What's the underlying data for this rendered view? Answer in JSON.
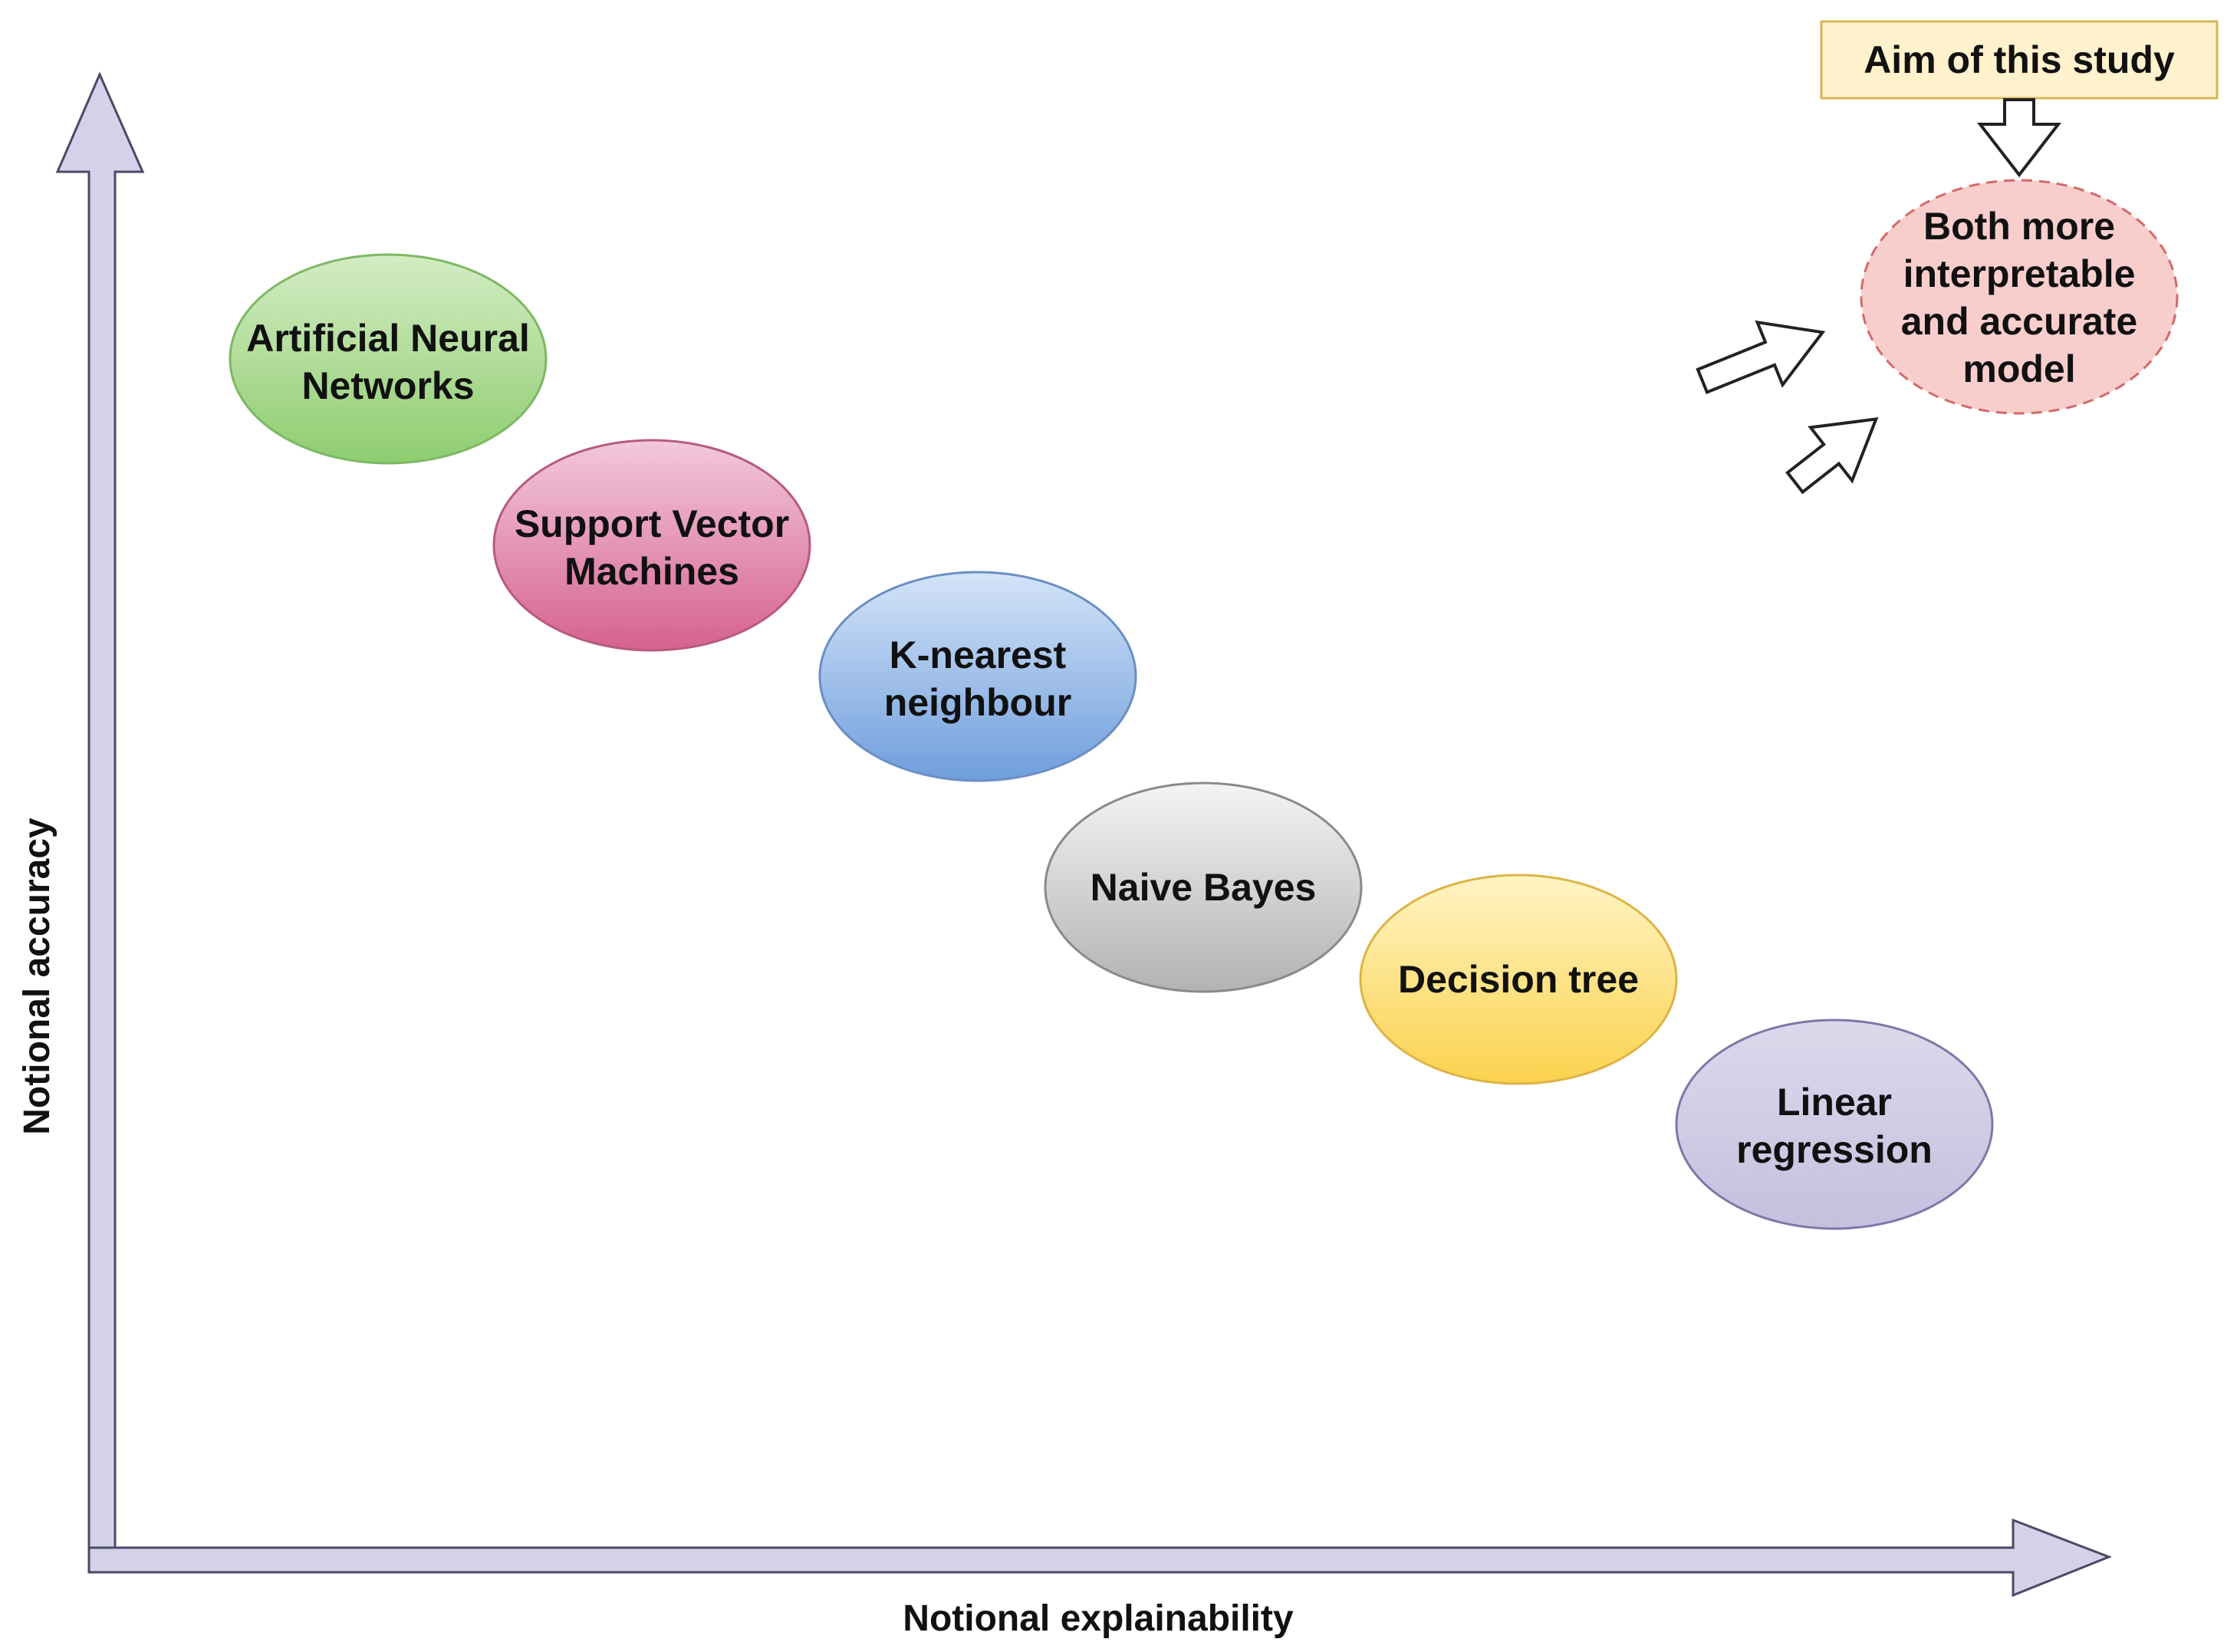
{
  "axes": {
    "x_label": "Notional explainability",
    "y_label": "Notional accuracy",
    "axis_fill": "#d4d2e8",
    "axis_stroke": "#4a4a66"
  },
  "models": [
    {
      "id": "ann",
      "lines": [
        "Artificial Neural",
        "Networks"
      ],
      "top": "#d3ecc4",
      "bottom": "#8fcd6f",
      "stroke": "#7cb864"
    },
    {
      "id": "svm",
      "lines": [
        "Support Vector",
        "Machines"
      ],
      "top": "#f2c9dc",
      "bottom": "#d6628f",
      "stroke": "#b85a80"
    },
    {
      "id": "knn",
      "lines": [
        "K-nearest",
        "neighbour"
      ],
      "top": "#d4e4f8",
      "bottom": "#6f9edc",
      "stroke": "#6b8fc4"
    },
    {
      "id": "nb",
      "lines": [
        "Naive Bayes"
      ],
      "top": "#f4f4f4",
      "bottom": "#b2b2b2",
      "stroke": "#8a8a8a"
    },
    {
      "id": "dt",
      "lines": [
        "Decision tree"
      ],
      "top": "#fff4c4",
      "bottom": "#fbd24e",
      "stroke": "#dcb446"
    },
    {
      "id": "lr",
      "lines": [
        "Linear",
        "regression"
      ],
      "top": "#dcd9ec",
      "bottom": "#c4c0de",
      "stroke": "#7e78a8"
    }
  ],
  "goal": {
    "lines": [
      "Both more",
      "interpretable",
      "and accurate",
      "model"
    ],
    "fill": "#f8cecc",
    "stroke": "#d36a6a"
  },
  "aim_box": {
    "label": "Aim of this study",
    "fill": "#fff2cc",
    "stroke": "#d6b656"
  }
}
